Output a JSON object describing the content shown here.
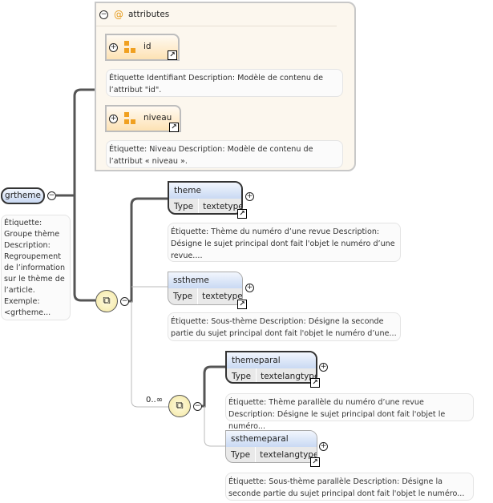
{
  "attributes": {
    "title": "attributes",
    "at_symbol": "@",
    "items": [
      {
        "name": "id",
        "desc": "Étiquette Identifiant Description: Modèle de contenu de l’attribut \"id\"."
      },
      {
        "name": "niveau",
        "desc": "Étiquette: Niveau Description: Modèle de contenu de l’attribut « niveau »."
      }
    ]
  },
  "root": {
    "name": "grtheme",
    "desc": "Étiquette: Groupe thème Description: Regroupement de l’information sur le thème de l’article. Exemple: <grtheme..."
  },
  "type_label": "Type",
  "elements": [
    {
      "name": "theme",
      "type": "textetype",
      "desc": "Étiquette: Thème du numéro d’une revue Description: Désigne le sujet principal dont fait l'objet le numéro d’une revue...."
    },
    {
      "name": "sstheme",
      "type": "textetype",
      "desc": "Étiquette: Sous-thème Description: Désigne la seconde partie du sujet principal dont fait l'objet le numéro d’une..."
    },
    {
      "name": "themeparal",
      "type": "textelangtype",
      "desc": "Étiquette: Thème parallèle du numéro d’une revue Description: Désigne le sujet principal dont fait l'objet le numéro..."
    },
    {
      "name": "ssthemeparal",
      "type": "textelangtype",
      "desc": "Étiquette: Sous-thème parallèle Description: Désigne la seconde partie du sujet principal dont fait l'objet le numéro..."
    }
  ],
  "cardinality": "0..∞"
}
